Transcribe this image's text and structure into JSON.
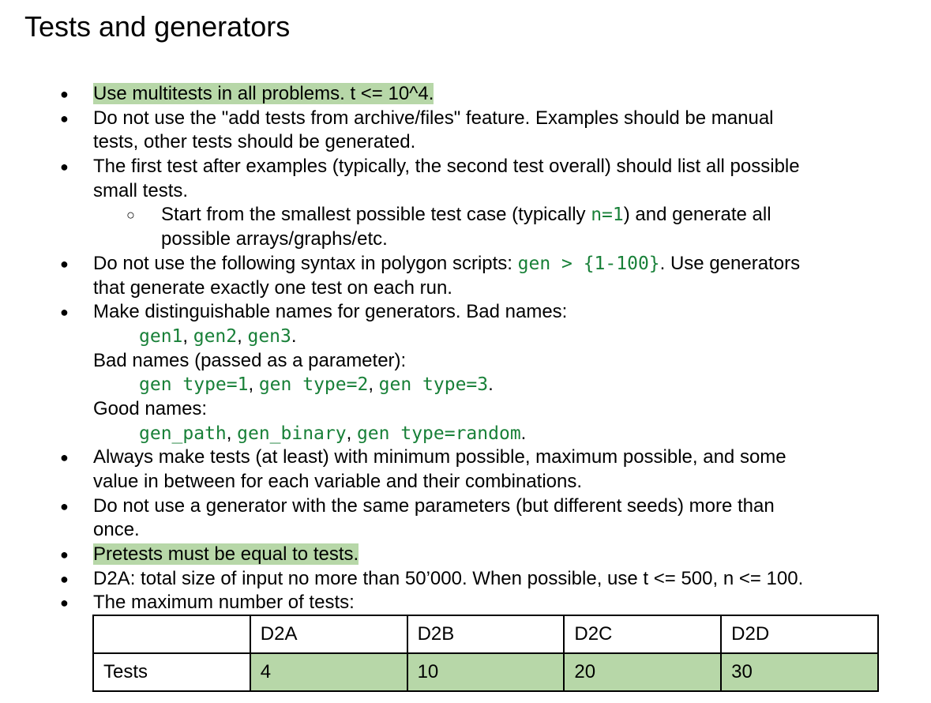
{
  "title": "Tests and generators",
  "items": {
    "i1": "Use multitests in all problems. t <= 10^4.",
    "i2a": "Do not use the \"add tests from archive/files\" feature. Examples should be manual",
    "i2b": "tests, other tests should be generated.",
    "i3a": "The first test after examples (typically, the second test overall) should list all possible",
    "i3b": "small tests.",
    "i3s_a1": "Start from the smallest possible test case (typically ",
    "i3s_code": "n=1",
    "i3s_a2": ") and generate all",
    "i3s_b": "possible arrays/graphs/etc.",
    "i4a1": "Do not use the following syntax in polygon scripts: ",
    "i4code": "gen > {1-100}",
    "i4a2": ". Use generators",
    "i4b": "that generate exactly one test on each run.",
    "i5a": "Make distinguishable names for generators. Bad names:",
    "i5code1": "gen1",
    "i5code2": "gen2",
    "i5code3": "gen3",
    "i5c": "Bad names (passed as a parameter):",
    "i5code4": "gen type=1",
    "i5code5": "gen type=2",
    "i5code6": "gen type=3",
    "i5e": "Good names:",
    "i5code7": "gen_path",
    "i5code8": "gen_binary",
    "i5code9": "gen type=random",
    "i6a": "Always make tests (at least) with minimum possible, maximum possible, and some",
    "i6b": "value in between for each variable and their combinations.",
    "i7a": "Do not use a generator with the same parameters (but different seeds) more than",
    "i7b": "once.",
    "i8": "Pretests must be equal to tests.",
    "i9": "D2A: total size of input no more than 50’000. When possible, use t <= 500, n <= 100.",
    "i10": "The maximum number of tests:"
  },
  "table": {
    "headers": [
      "",
      "D2A",
      "D2B",
      "D2C",
      "D2D"
    ],
    "row": [
      "Tests",
      "4",
      "10",
      "20",
      "30"
    ]
  },
  "colors": {
    "highlight": "#b7d7a8",
    "code": "#188038"
  }
}
